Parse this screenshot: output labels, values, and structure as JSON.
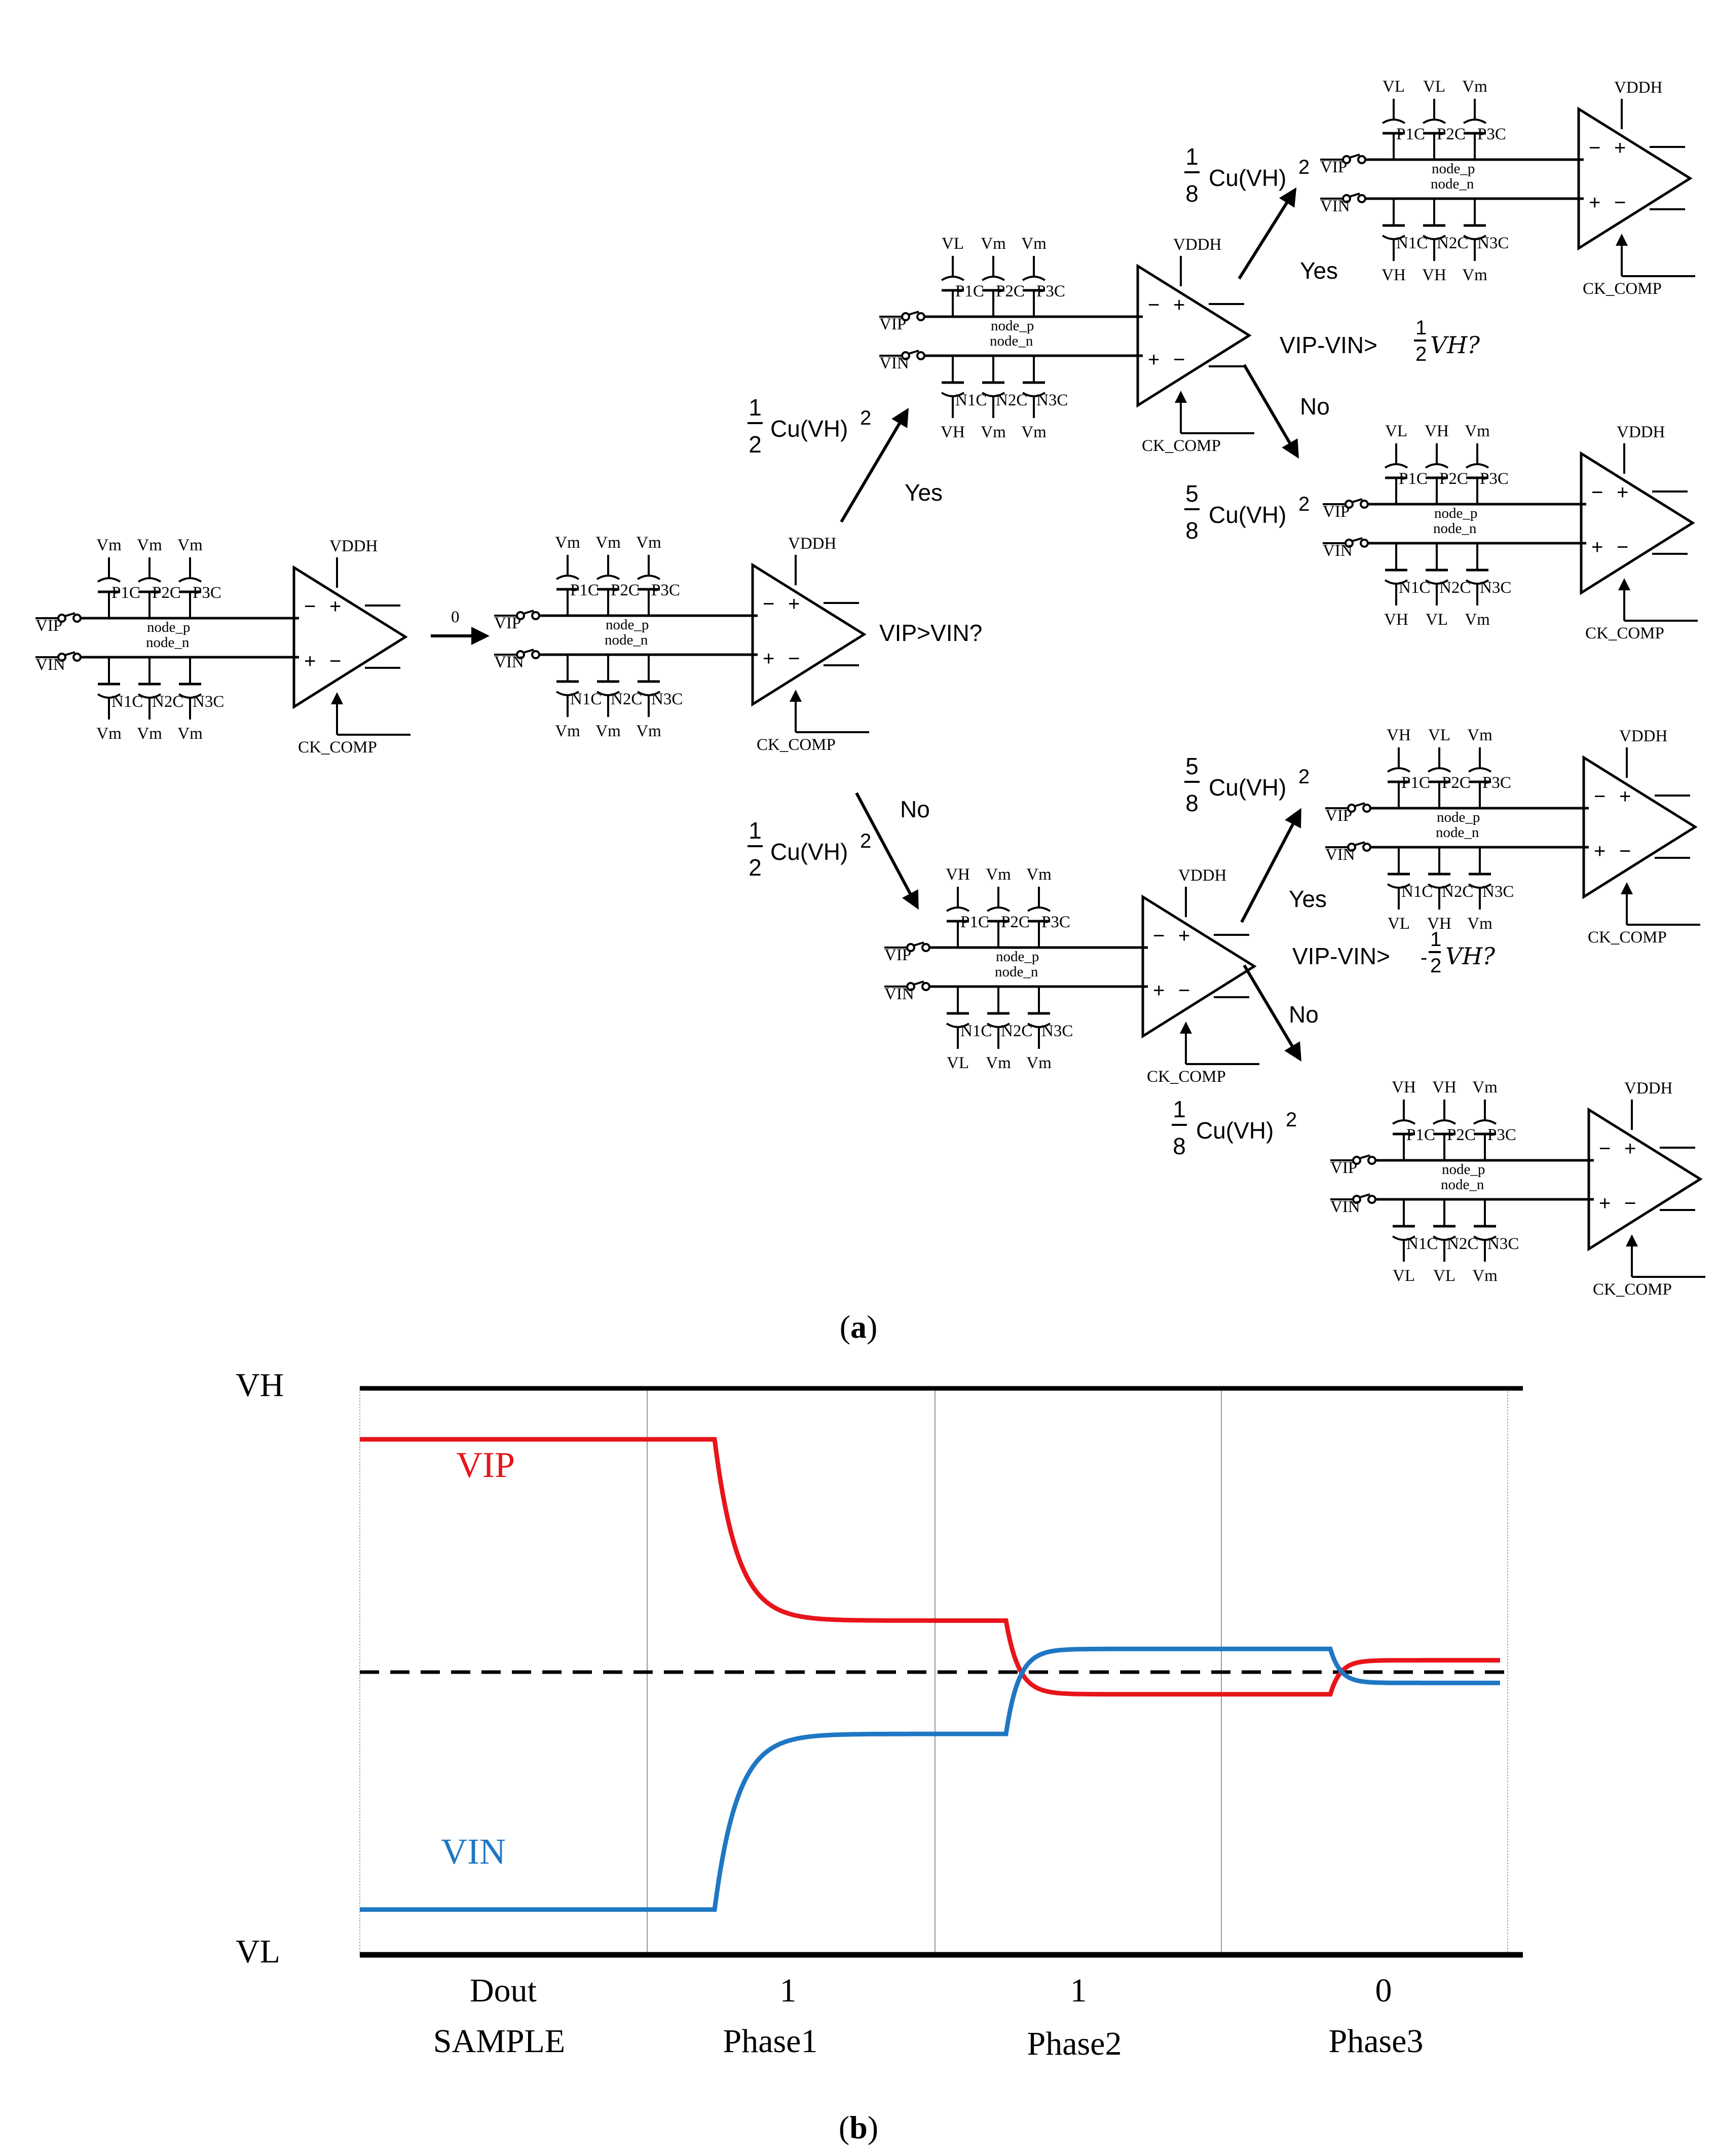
{
  "panel_a": {
    "caption": "(a)",
    "circuit": {
      "vip": "VIP",
      "vin": "VIN",
      "node_p": "node_p",
      "node_n": "node_n",
      "vddh": "VDDH",
      "ck_comp": "CK_COMP",
      "caps_top": [
        "P1C",
        "P2C",
        "P3C"
      ],
      "caps_bottom": [
        "N1C",
        "N2C",
        "N3C"
      ]
    },
    "stages": [
      {
        "id": "s0",
        "top": [
          "Vm",
          "Vm",
          "Vm"
        ],
        "bottom": [
          "Vm",
          "Vm",
          "Vm"
        ]
      },
      {
        "id": "s1",
        "top": [
          "Vm",
          "Vm",
          "Vm"
        ],
        "bottom": [
          "Vm",
          "Vm",
          "Vm"
        ]
      },
      {
        "id": "s2_yes",
        "top": [
          "VL",
          "Vm",
          "Vm"
        ],
        "bottom": [
          "VH",
          "Vm",
          "Vm"
        ]
      },
      {
        "id": "s2_no",
        "top": [
          "VH",
          "Vm",
          "Vm"
        ],
        "bottom": [
          "VL",
          "Vm",
          "Vm"
        ]
      },
      {
        "id": "s3_yy",
        "top": [
          "VL",
          "VL",
          "Vm"
        ],
        "bottom": [
          "VH",
          "VH",
          "Vm"
        ]
      },
      {
        "id": "s3_yn",
        "top": [
          "VL",
          "VH",
          "Vm"
        ],
        "bottom": [
          "VH",
          "VL",
          "Vm"
        ]
      },
      {
        "id": "s3_ny",
        "top": [
          "VH",
          "VL",
          "Vm"
        ],
        "bottom": [
          "VL",
          "VH",
          "Vm"
        ]
      },
      {
        "id": "s3_nn",
        "top": [
          "VH",
          "VH",
          "Vm"
        ],
        "bottom": [
          "VL",
          "VL",
          "Vm"
        ]
      }
    ],
    "energy_zero": "0",
    "energy_term": "Cu(VH)",
    "energy_exp": "2",
    "fractions": {
      "half": {
        "num": "1",
        "den": "2"
      },
      "eighth": {
        "num": "1",
        "den": "8"
      },
      "five_eighths": {
        "num": "5",
        "den": "8"
      }
    },
    "decisions": {
      "d1": "VIP>VIN?",
      "d2_prefix": "VIP-VIN>",
      "d2_suffix": "VH?",
      "d3_prefix": "VIP-VIN>",
      "d3_sign": "-",
      "d3_suffix": "VH?"
    },
    "yes": "Yes",
    "no": "No"
  },
  "panel_b": {
    "caption": "(b)",
    "level_high": "VH",
    "level_low": "VL",
    "dout_label": "Dout",
    "phases": [
      {
        "name": "SAMPLE",
        "dout": ""
      },
      {
        "name": "Phase1",
        "dout": "1"
      },
      {
        "name": "Phase2",
        "dout": "1"
      },
      {
        "name": "Phase3",
        "dout": "0"
      }
    ],
    "colors": {
      "vip": "#e8141b",
      "vin": "#1f77c4"
    }
  },
  "chart_data": {
    "type": "line",
    "xlabel": "",
    "ylabel": "",
    "categories": [
      "SAMPLE",
      "Phase1",
      "Phase2",
      "Phase3"
    ],
    "ylim": [
      "VL",
      "VH"
    ],
    "reference_line": "Vm (midpoint, dashed)",
    "series": [
      {
        "name": "VIP",
        "color": "#e8141b",
        "levels_fraction_of_VL_to_VH": [
          0.91,
          0.59,
          0.46,
          0.52
        ]
      },
      {
        "name": "VIN",
        "color": "#1f77c4",
        "levels_fraction_of_VL_to_VH": [
          0.08,
          0.39,
          0.54,
          0.48
        ]
      }
    ]
  }
}
